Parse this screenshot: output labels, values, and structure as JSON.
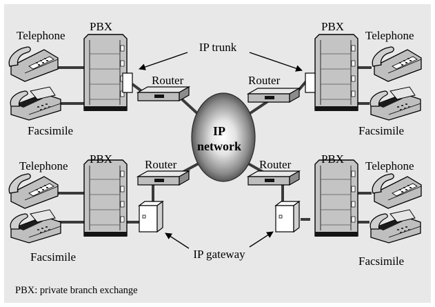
{
  "labels": {
    "pbx": "PBX",
    "telephone": "Telephone",
    "facsimile": "Facsimile",
    "router": "Router",
    "ip_trunk": "IP trunk",
    "ip_gateway": "IP gateway",
    "network_line1": "IP",
    "network_line2": "network"
  },
  "footnote": "PBX: private branch exchange",
  "colors": {
    "background": "#e8e8e8",
    "outer_border": "#ffffff",
    "link": "#3a3a3a",
    "equipment_fill": "#bdbdbd",
    "equipment_dark": "#5a5a5a",
    "equipment_black": "#141414",
    "device_white": "#ffffff"
  }
}
